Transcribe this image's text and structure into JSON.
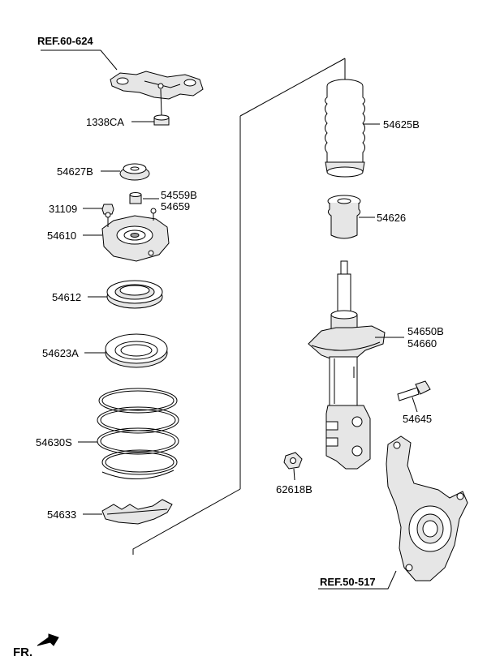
{
  "refs": {
    "upper": "REF.60-624",
    "lower": "REF.50-517"
  },
  "direction": "FR.",
  "labels": {
    "p1338CA": "1338CA",
    "p54627B": "54627B",
    "p31109": "31109",
    "p54559B": "54559B",
    "p54659": "54659",
    "p54610": "54610",
    "p54612": "54612",
    "p54623A": "54623A",
    "p54630S": "54630S",
    "p54633": "54633",
    "p54625B": "54625B",
    "p54626": "54626",
    "p54650B": "54650B",
    "p54660": "54660",
    "p54645": "54645",
    "p62618B": "62618B"
  }
}
